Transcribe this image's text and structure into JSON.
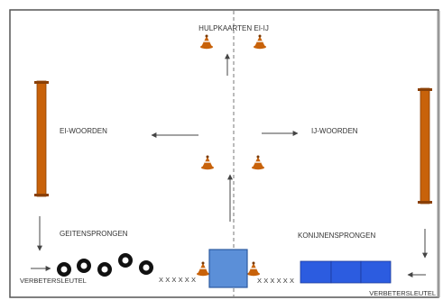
{
  "labels": {
    "top": "HULPKAARTEN EI-IJ",
    "left_words": "EI-WOORDEN",
    "right_words": "IJ-WOORDEN",
    "goat_jumps": "GEITENSPRONGEN",
    "rabbit_jumps": "KONIJNENSPRONGEN",
    "key_left": "VERBETERSLEUTEL",
    "key_right": "VERBETERSLEUTEL",
    "crosses_left": "XXXXXX",
    "crosses_right": "XXXXXX"
  },
  "colors": {
    "orange": "#c8620a",
    "blue": "#2c5ce0",
    "light_blue": "#5b8fd8",
    "black": "#111111"
  }
}
